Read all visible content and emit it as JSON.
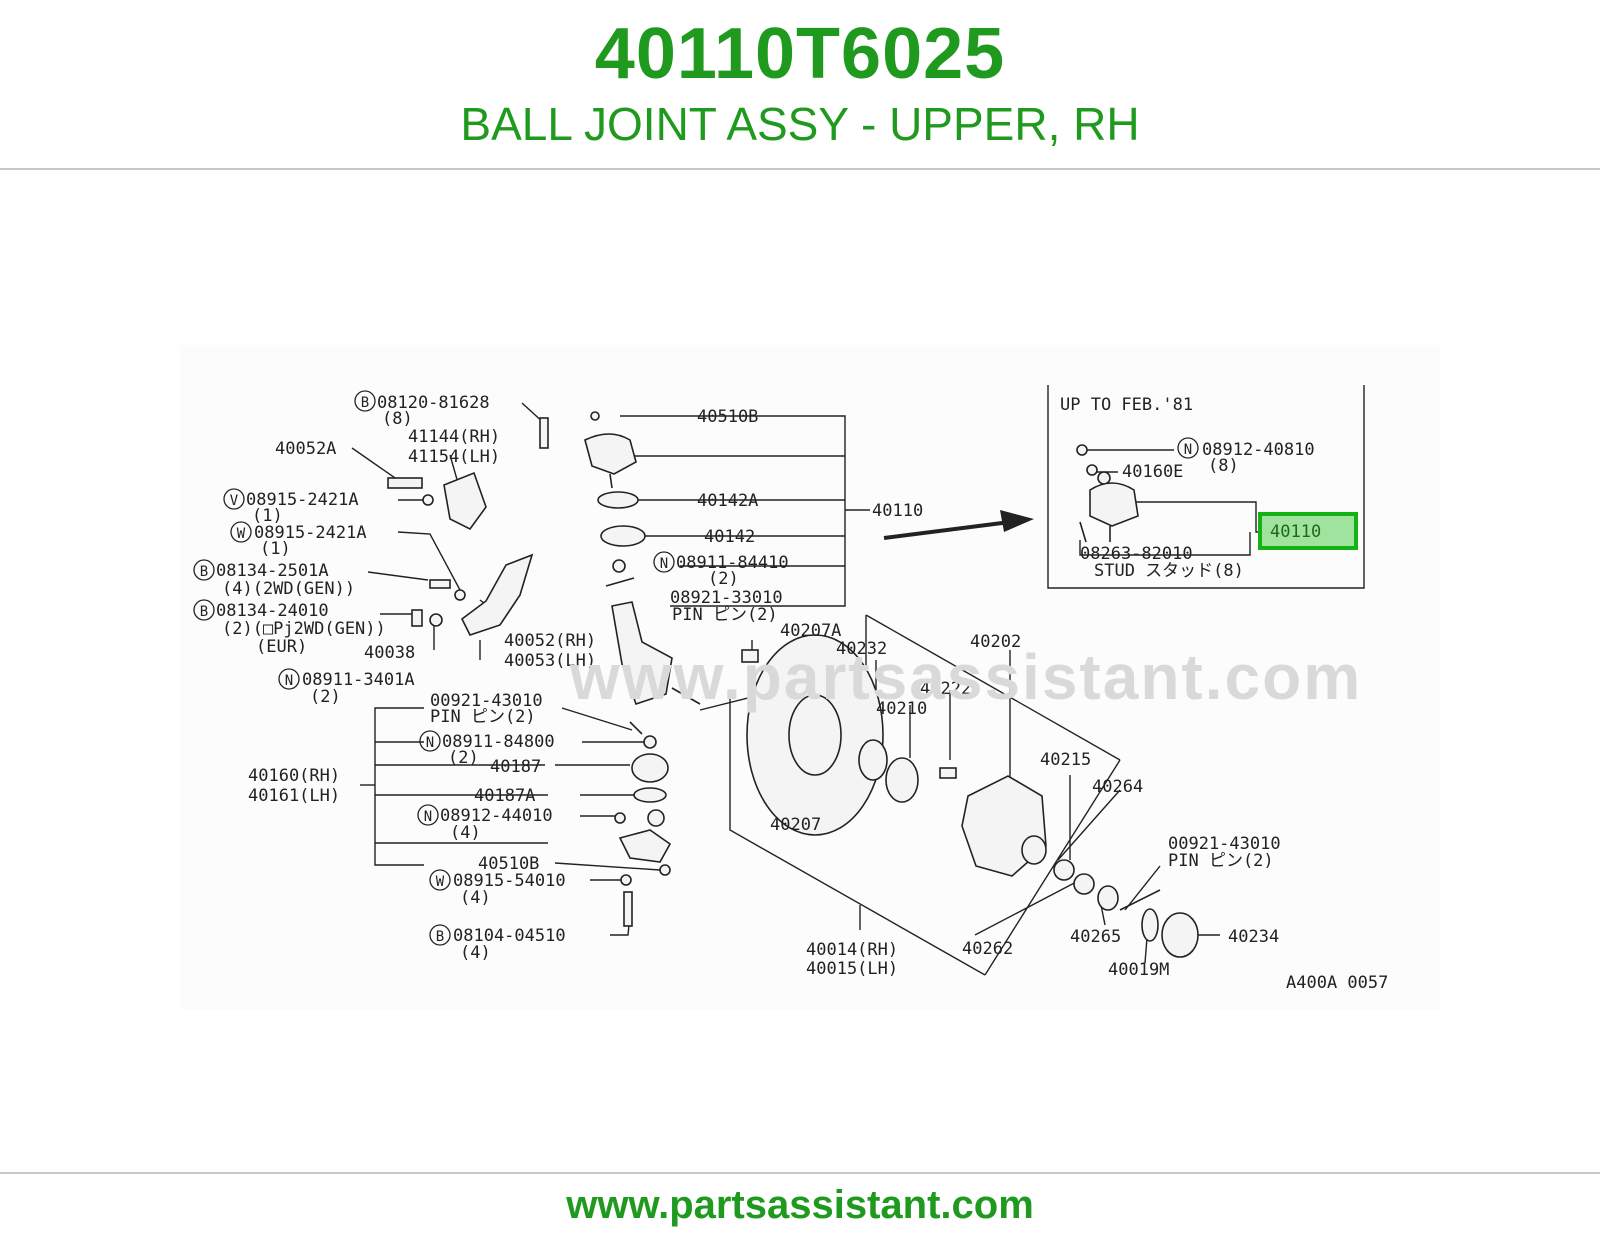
{
  "header": {
    "part_number": "40110T6025",
    "description": "BALL JOINT ASSY - UPPER, RH"
  },
  "footer": {
    "url": "www.partsassistant.com"
  },
  "watermark": "www.partsassistant.com",
  "colors": {
    "brand_green": "#1f9a1f",
    "highlight_fill": "#9fe39f",
    "highlight_border": "#12b312"
  },
  "diagram": {
    "inset_title": "UP TO FEB.'81",
    "diagram_code": "A400A 0057",
    "labels": [
      {
        "id": "l1",
        "t": "08120-81628"
      },
      {
        "id": "l2",
        "t": "(8)"
      },
      {
        "id": "l3",
        "t": "40510B"
      },
      {
        "id": "l4",
        "t": "41144(RH)"
      },
      {
        "id": "l5",
        "t": "41154(LH)"
      },
      {
        "id": "l6",
        "t": "40052A"
      },
      {
        "id": "l7",
        "t": "08915-2421A"
      },
      {
        "id": "l8",
        "t": "(1)"
      },
      {
        "id": "l9",
        "t": "08915-2421A"
      },
      {
        "id": "l10",
        "t": "(1)"
      },
      {
        "id": "l11",
        "t": "40142A"
      },
      {
        "id": "l12",
        "t": "40110"
      },
      {
        "id": "l13",
        "t": "40142"
      },
      {
        "id": "l14",
        "t": "08911-84410"
      },
      {
        "id": "l15",
        "t": "(2)"
      },
      {
        "id": "l16",
        "t": "08134-2501A"
      },
      {
        "id": "l17",
        "t": "(4)(2WD(GEN))"
      },
      {
        "id": "l18",
        "t": "08921-33010"
      },
      {
        "id": "l19",
        "t": "PIN ピン(2)"
      },
      {
        "id": "l20",
        "t": "08134-24010"
      },
      {
        "id": "l21",
        "t": "(2)(□Pj2WD(GEN))"
      },
      {
        "id": "l22",
        "t": "(EUR)"
      },
      {
        "id": "l23",
        "t": "40038"
      },
      {
        "id": "l24",
        "t": "40052(RH)"
      },
      {
        "id": "l25",
        "t": "40053(LH)"
      },
      {
        "id": "l26",
        "t": "40207A"
      },
      {
        "id": "l27",
        "t": "40232"
      },
      {
        "id": "l28",
        "t": "40202"
      },
      {
        "id": "l29",
        "t": "40222"
      },
      {
        "id": "l30",
        "t": "08911-3401A"
      },
      {
        "id": "l31",
        "t": "(2)"
      },
      {
        "id": "l32",
        "t": "00921-43010"
      },
      {
        "id": "l33",
        "t": "PIN ピン(2)"
      },
      {
        "id": "l34",
        "t": "40210"
      },
      {
        "id": "l35",
        "t": "08911-84800"
      },
      {
        "id": "l36",
        "t": "(2)"
      },
      {
        "id": "l37",
        "t": "40187"
      },
      {
        "id": "l38",
        "t": "40160(RH)"
      },
      {
        "id": "l39",
        "t": "40161(LH)"
      },
      {
        "id": "l40",
        "t": "40215"
      },
      {
        "id": "l41",
        "t": "40187A"
      },
      {
        "id": "l42",
        "t": "40264"
      },
      {
        "id": "l43",
        "t": "08912-44010"
      },
      {
        "id": "l44",
        "t": "(4)"
      },
      {
        "id": "l45",
        "t": "40207"
      },
      {
        "id": "l46",
        "t": "40510B"
      },
      {
        "id": "l47",
        "t": "00921-43010"
      },
      {
        "id": "l48",
        "t": "PIN ピン(2)"
      },
      {
        "id": "l49",
        "t": "08915-54010"
      },
      {
        "id": "l50",
        "t": "(4)"
      },
      {
        "id": "l51",
        "t": "08104-04510"
      },
      {
        "id": "l52",
        "t": "(4)"
      },
      {
        "id": "l53",
        "t": "40265"
      },
      {
        "id": "l54",
        "t": "40234"
      },
      {
        "id": "l55",
        "t": "40014(RH)"
      },
      {
        "id": "l56",
        "t": "40015(LH)"
      },
      {
        "id": "l57",
        "t": "40262"
      },
      {
        "id": "l58",
        "t": "40019M"
      },
      {
        "id": "l59",
        "t": "08912-40810"
      },
      {
        "id": "l60",
        "t": "(8)"
      },
      {
        "id": "l61",
        "t": "40160E"
      },
      {
        "id": "l62",
        "t": "08263-82010"
      },
      {
        "id": "l63",
        "t": "STUD スタッド(8)"
      },
      {
        "id": "l64",
        "t": "40110"
      }
    ],
    "circled_letters": [
      {
        "id": "c1",
        "t": "B"
      },
      {
        "id": "c2",
        "t": "V"
      },
      {
        "id": "c3",
        "t": "W"
      },
      {
        "id": "c4",
        "t": "N"
      },
      {
        "id": "c5",
        "t": "B"
      },
      {
        "id": "c6",
        "t": "B"
      },
      {
        "id": "c7",
        "t": "N"
      },
      {
        "id": "c8",
        "t": "N"
      },
      {
        "id": "c9",
        "t": "N"
      },
      {
        "id": "c10",
        "t": "W"
      },
      {
        "id": "c11",
        "t": "B"
      },
      {
        "id": "c12",
        "t": "N"
      }
    ]
  }
}
